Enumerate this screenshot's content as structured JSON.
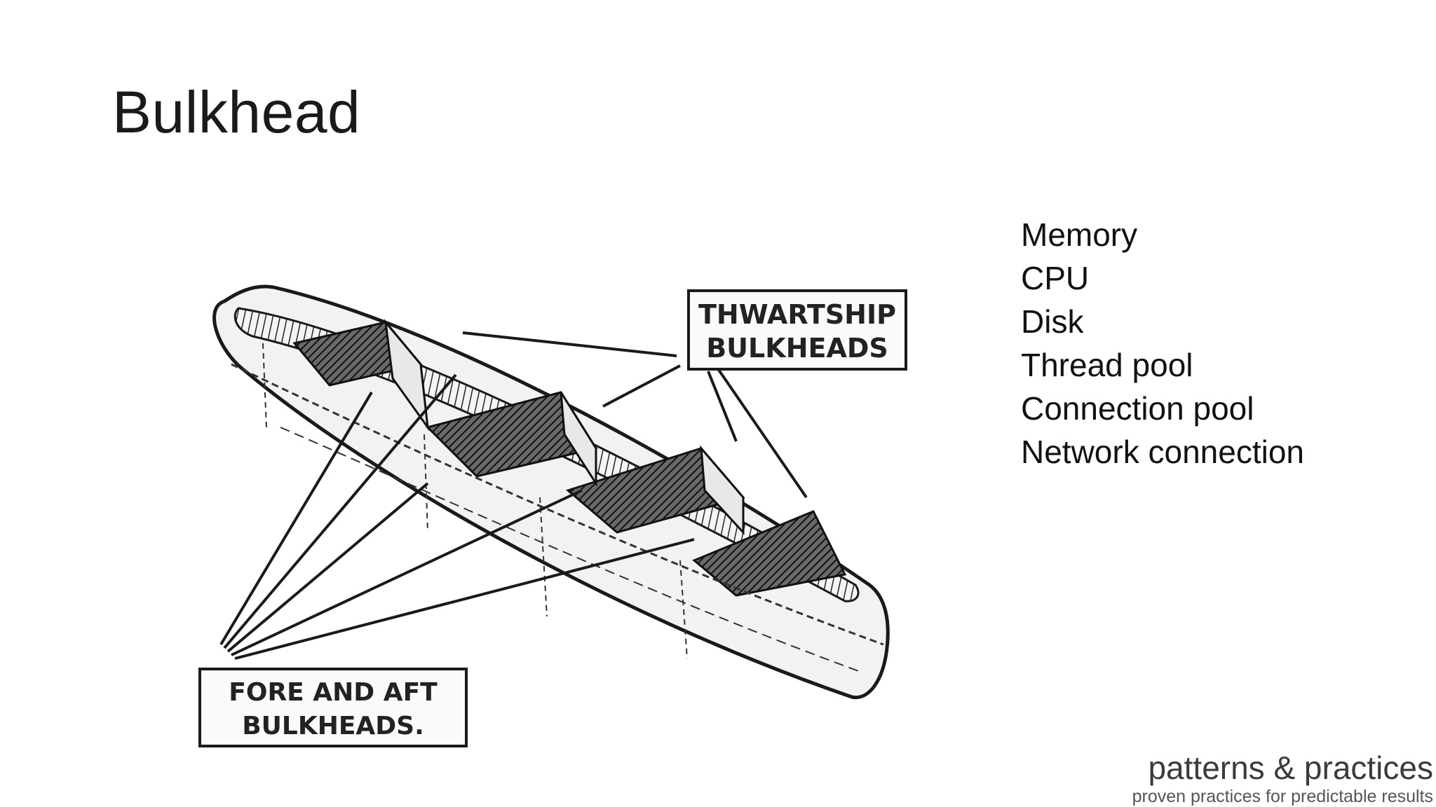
{
  "slide": {
    "title": "Bulkhead",
    "resources": [
      "Memory",
      "CPU",
      "Disk",
      "Thread pool",
      "Connection pool",
      "Network connection"
    ]
  },
  "illustration": {
    "thwartship_label_line1": "THWARTSHIP",
    "thwartship_label_line2": "BULKHEADS",
    "fore_aft_label_line1": "FORE AND AFT",
    "fore_aft_label_line2": "BULKHEADS."
  },
  "branding": {
    "name": "patterns & practices",
    "tagline": "proven practices for predictable results"
  }
}
